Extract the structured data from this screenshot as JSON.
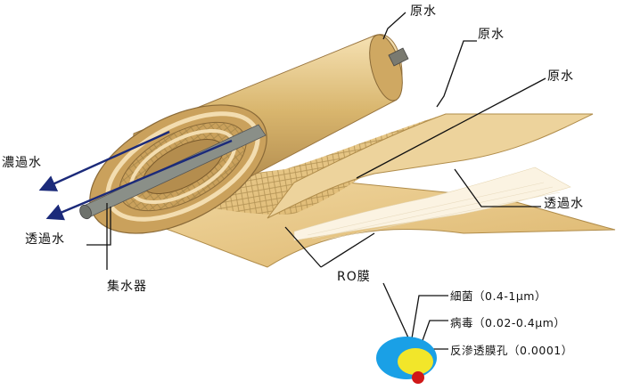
{
  "labels": {
    "raw_water_top": "原水",
    "raw_water_mid": "原水",
    "raw_water_right": "原水",
    "concentrate": "濃過水",
    "permeate_left": "透過水",
    "permeate_right": "透過水",
    "collector": "集水器",
    "ro_membrane": "RO膜"
  },
  "legend": {
    "bacteria": "細菌（0.4-1μm）",
    "virus": "病毒（0.02-0.4μm）",
    "ro_pore": "反滲透膜孔（0.0001）"
  },
  "colors": {
    "membrane": "#e8c98a",
    "membrane_dark": "#c9a25a",
    "tube": "#d8b46c",
    "arrow": "#1b2a7a",
    "bacteria": "#1aa0e6",
    "virus": "#f2e62a",
    "ro_pore": "#d01818"
  }
}
